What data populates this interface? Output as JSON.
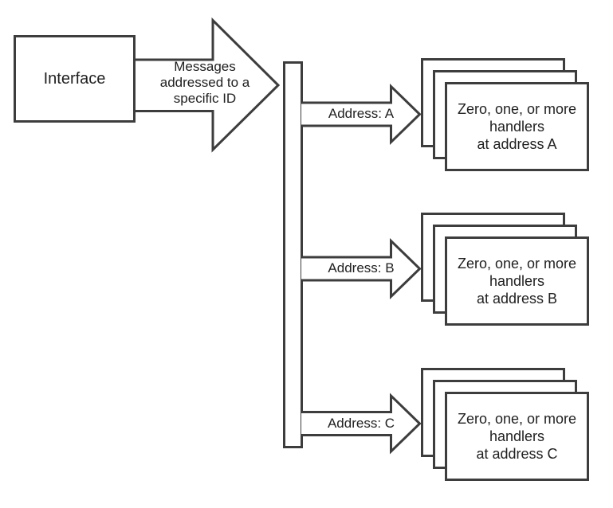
{
  "interface_box": {
    "label": "Interface"
  },
  "main_arrow": {
    "lines": [
      "Messages",
      "addressed to a",
      "specific ID"
    ]
  },
  "branches": [
    {
      "id": "A",
      "arrow_label": "Address: A",
      "handlers": {
        "lines": [
          "Zero, one, or more",
          "handlers",
          "at address A"
        ]
      }
    },
    {
      "id": "B",
      "arrow_label": "Address: B",
      "handlers": {
        "lines": [
          "Zero, one, or more",
          "handlers",
          "at address B"
        ]
      }
    },
    {
      "id": "C",
      "arrow_label": "Address: C",
      "handlers": {
        "lines": [
          "Zero, one, or more",
          "handlers",
          "at address C"
        ]
      }
    }
  ],
  "colors": {
    "stroke": "#3d3d3d",
    "fill": "#ffffff",
    "text": "#212121"
  }
}
